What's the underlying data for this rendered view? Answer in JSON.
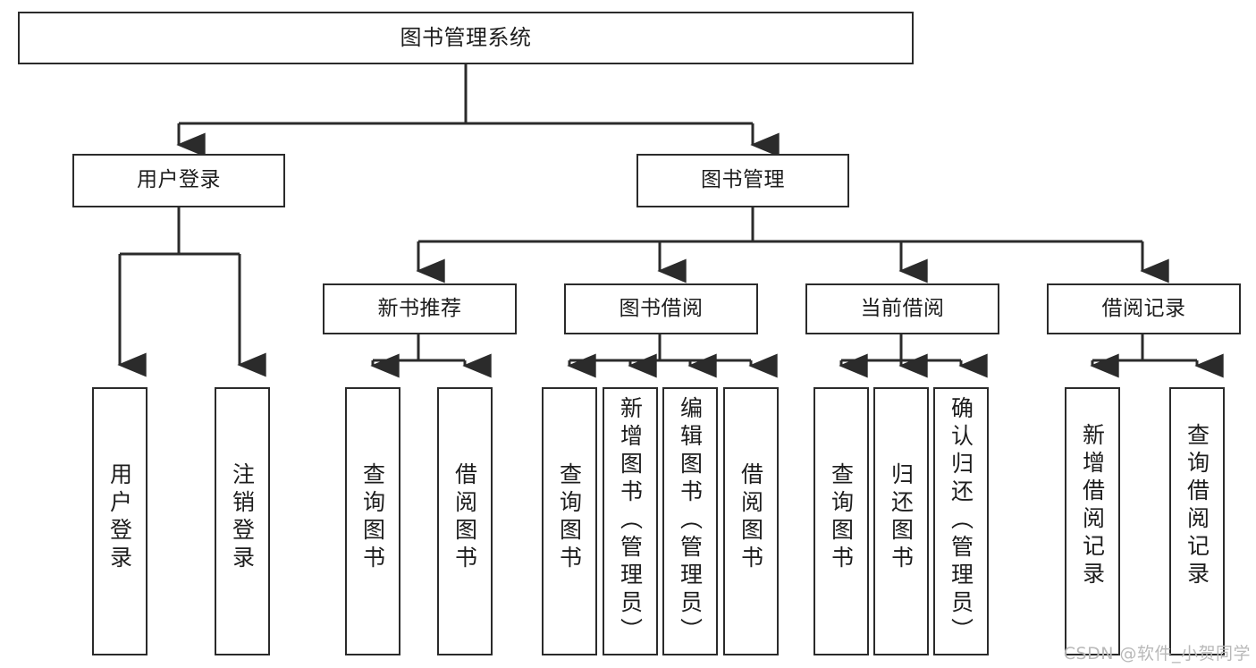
{
  "diagram": {
    "title": "图书管理系统",
    "type": "tree-hierarchy",
    "watermark": "CSDN @软件_小贺同学",
    "colors": {
      "box_border": "#2b2b2b",
      "box_fill": "#ffffff",
      "connector": "#2b2b2b",
      "text": "#1d1d1d",
      "watermark": "#b9b9b9",
      "background": "#ffffff"
    }
  },
  "nodes": {
    "root": {
      "label": "图书管理系统"
    },
    "level1": [
      {
        "label": "用户登录"
      },
      {
        "label": "图书管理"
      }
    ],
    "level2": [
      {
        "label": "新书推荐"
      },
      {
        "label": "图书借阅"
      },
      {
        "label": "当前借阅"
      },
      {
        "label": "借阅记录"
      }
    ],
    "leaves": {
      "user_login": [
        {
          "label": "用户登录"
        },
        {
          "label": "注销登录"
        }
      ],
      "new_book_recommend": [
        {
          "label": "查询图书"
        },
        {
          "label": "借阅图书"
        }
      ],
      "book_borrow": [
        {
          "label": "查询图书"
        },
        {
          "label": "新增图书（管理员）"
        },
        {
          "label": "编辑图书（管理员）"
        },
        {
          "label": "借阅图书"
        }
      ],
      "current_borrow": [
        {
          "label": "查询图书"
        },
        {
          "label": "归还图书"
        },
        {
          "label": "确认归还（管理员）"
        }
      ],
      "borrow_record": [
        {
          "label": "新增借阅记录"
        },
        {
          "label": "查询借阅记录"
        }
      ]
    }
  }
}
